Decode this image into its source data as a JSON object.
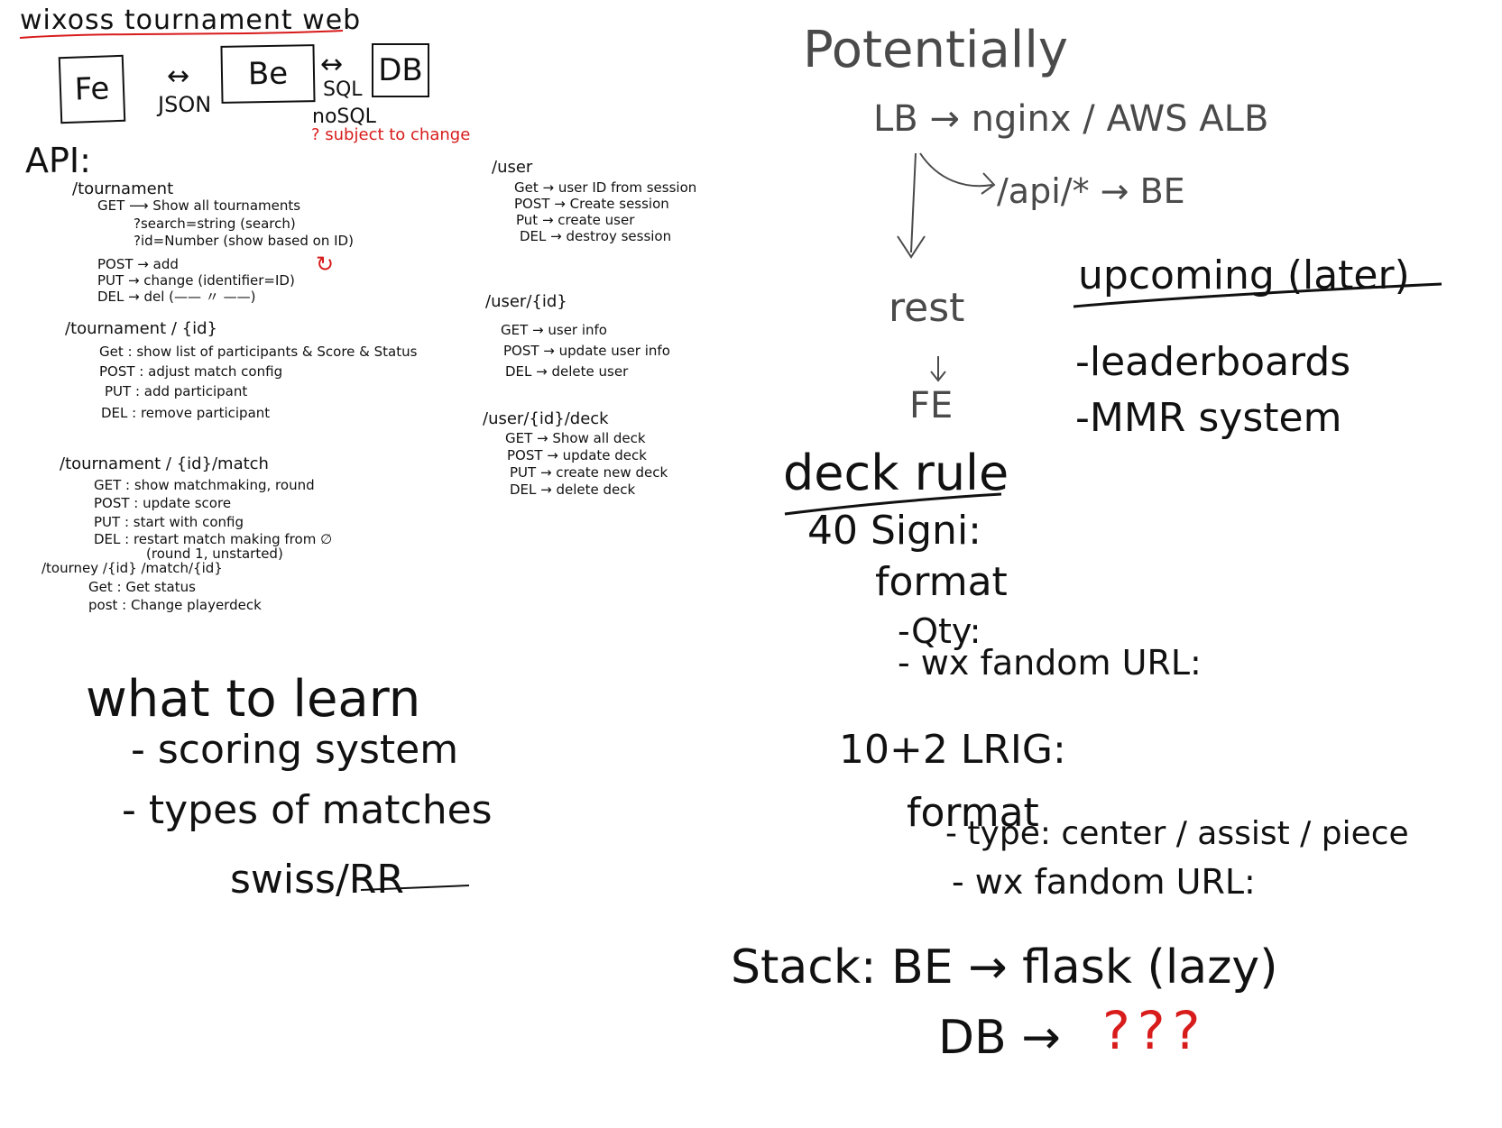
{
  "title": "wixoss tournament web",
  "arch": {
    "fe": "Fe",
    "be": "Be",
    "db": "DB",
    "json": "JSON",
    "sql": "SQL",
    "nosql": "noSQL",
    "note": "? subject to change",
    "arrow": "↔"
  },
  "api": {
    "label": "API:",
    "tournament": {
      "path": "/tournament",
      "lines": [
        "GET ⟶ Show all tournaments",
        "?search=string (search)",
        "?id=Number (show based on ID)",
        "POST → add",
        "PUT → change (identifier=ID)",
        "DEL → del (—— 〃 ——)"
      ],
      "mark": "↻"
    },
    "tournament_id": {
      "path": "/tournament / {id}",
      "lines": [
        "Get : show list of participants & Score & Status",
        "POST : adjust match config",
        "PUT : add participant",
        "DEL : remove participant"
      ]
    },
    "tournament_match": {
      "path": "/tournament / {id}/match",
      "lines": [
        "GET : show matchmaking, round",
        "POST : update score",
        "PUT : start with config",
        "DEL : restart match making from ∅",
        "(round 1, unstarted)"
      ]
    },
    "tourney_match_id": {
      "path": "/tourney /{id} /match/{id}",
      "lines": [
        "Get : Get status",
        "post : Change playerdeck"
      ]
    },
    "user": {
      "path": "/user",
      "lines": [
        "Get → user ID from session",
        "POST → Create session",
        "Put → create user",
        "DEL → destroy session"
      ]
    },
    "user_id": {
      "path": "/user/{id}",
      "lines": [
        "GET → user info",
        "POST → update user info",
        "DEL → delete user"
      ]
    },
    "user_deck": {
      "path": "/user/{id}/deck",
      "lines": [
        "GET → Show all deck",
        "POST → update deck",
        "PUT → create new deck",
        "DEL → delete deck"
      ]
    }
  },
  "learn": {
    "title": "what to learn",
    "items": [
      "- scoring system",
      "- types of matches",
      "swiss/RR"
    ]
  },
  "potentially": {
    "title": "Potentially",
    "lb": "LB → nginx / AWS ALB",
    "api": "/api/* → BE",
    "rest": "rest",
    "fe": "FE"
  },
  "upcoming": {
    "title": "upcoming (later)",
    "items": [
      "-leaderboards",
      "-MMR system"
    ]
  },
  "deck_rule": {
    "title": "deck rule",
    "signi": "40 Signi:",
    "format1": "format",
    "qty": "-Qty:",
    "url1": "- wx fandom URL:",
    "lrig": "10+2 LRIG:",
    "format2": "format",
    "type": "- type: center / assist / piece",
    "url2": "- wx fandom URL:"
  },
  "stack": {
    "be": "Stack: BE → flask (lazy)",
    "db": "DB →",
    "db_unknown": "???"
  }
}
